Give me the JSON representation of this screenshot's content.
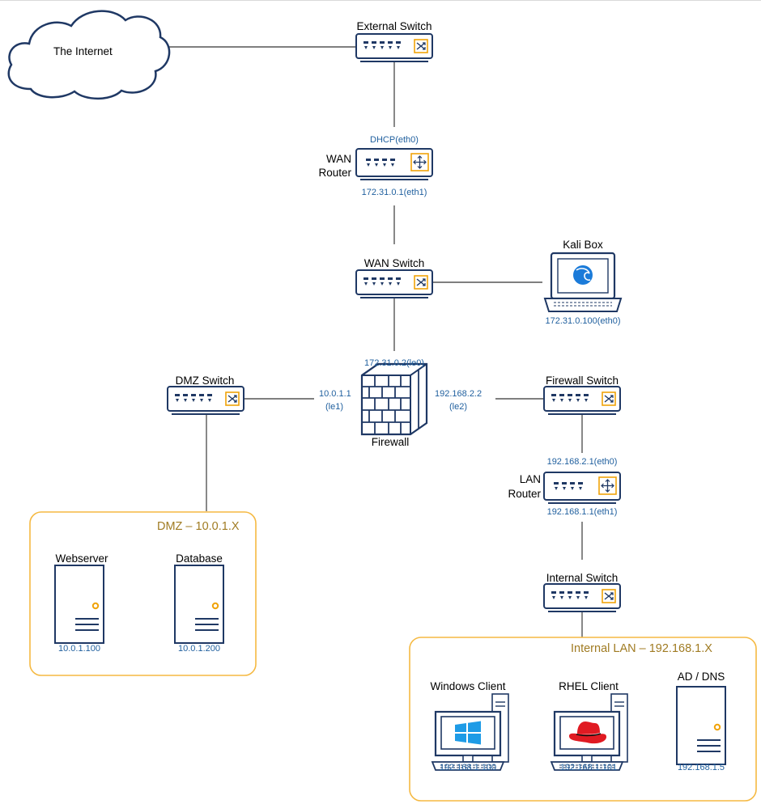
{
  "colors": {
    "line": "#1f3864",
    "device_fill": "#ffffff",
    "device_stroke": "#1f3864",
    "port": "#1f3864",
    "accent": "#f0a30a",
    "ip_text": "#1f5f9e",
    "zone_border": "#f5b942",
    "zone_title": "#a07b22",
    "connector": "#555555",
    "kali_blue": "#1b7bd9",
    "windows_blue": "#1e9be6",
    "redhat_red": "#e01a22"
  },
  "internet": {
    "label": "The Internet",
    "icon": "cloud-icon"
  },
  "switches": {
    "external": {
      "label": "External Switch",
      "icon": "switch-icon"
    },
    "wan": {
      "label": "WAN Switch",
      "icon": "switch-icon"
    },
    "dmz": {
      "label": "DMZ Switch",
      "icon": "switch-icon"
    },
    "firewall": {
      "label": "Firewall Switch",
      "icon": "switch-icon"
    },
    "internal": {
      "label": "Internal Switch",
      "icon": "switch-icon"
    }
  },
  "routers": {
    "wan": {
      "label_line1": "WAN",
      "label_line2": "Router",
      "ip_top": "DHCP(eth0)",
      "ip_bottom": "172.31.0.1(eth1)",
      "icon": "router-icon"
    },
    "lan": {
      "label_line1": "LAN",
      "label_line2": "Router",
      "ip_top": "192.168.2.1(eth0)",
      "ip_bottom": "192.168.1.1(eth1)",
      "icon": "router-icon"
    }
  },
  "kali": {
    "label": "Kali Box",
    "ip": "172.31.0.100(eth0)",
    "icon": "laptop-icon"
  },
  "firewall": {
    "label": "Firewall",
    "ip_top": "172.31.0.2(le0)",
    "ip_left_line1": "10.0.1.1",
    "ip_left_line2": "(le1)",
    "ip_right_line1": "192.168.2.2",
    "ip_right_line2": "(le2)",
    "icon": "firewall-icon"
  },
  "dmz_zone": {
    "title": "DMZ – 10.0.1.X",
    "webserver": {
      "label": "Webserver",
      "ip": "10.0.1.100",
      "icon": "server-icon"
    },
    "database": {
      "label": "Database",
      "ip": "10.0.1.200",
      "icon": "server-icon"
    }
  },
  "lan_zone": {
    "title": "Internal LAN – 192.168.1.X",
    "windows": {
      "label": "Windows Client",
      "ip": "192.168.1.100",
      "icon": "windows-desktop-icon"
    },
    "rhel": {
      "label": "RHEL Client",
      "ip": "192.168.1.101",
      "icon": "redhat-desktop-icon"
    },
    "ad": {
      "label": "AD / DNS",
      "ip": "192.168.1.5",
      "icon": "server-icon"
    }
  }
}
